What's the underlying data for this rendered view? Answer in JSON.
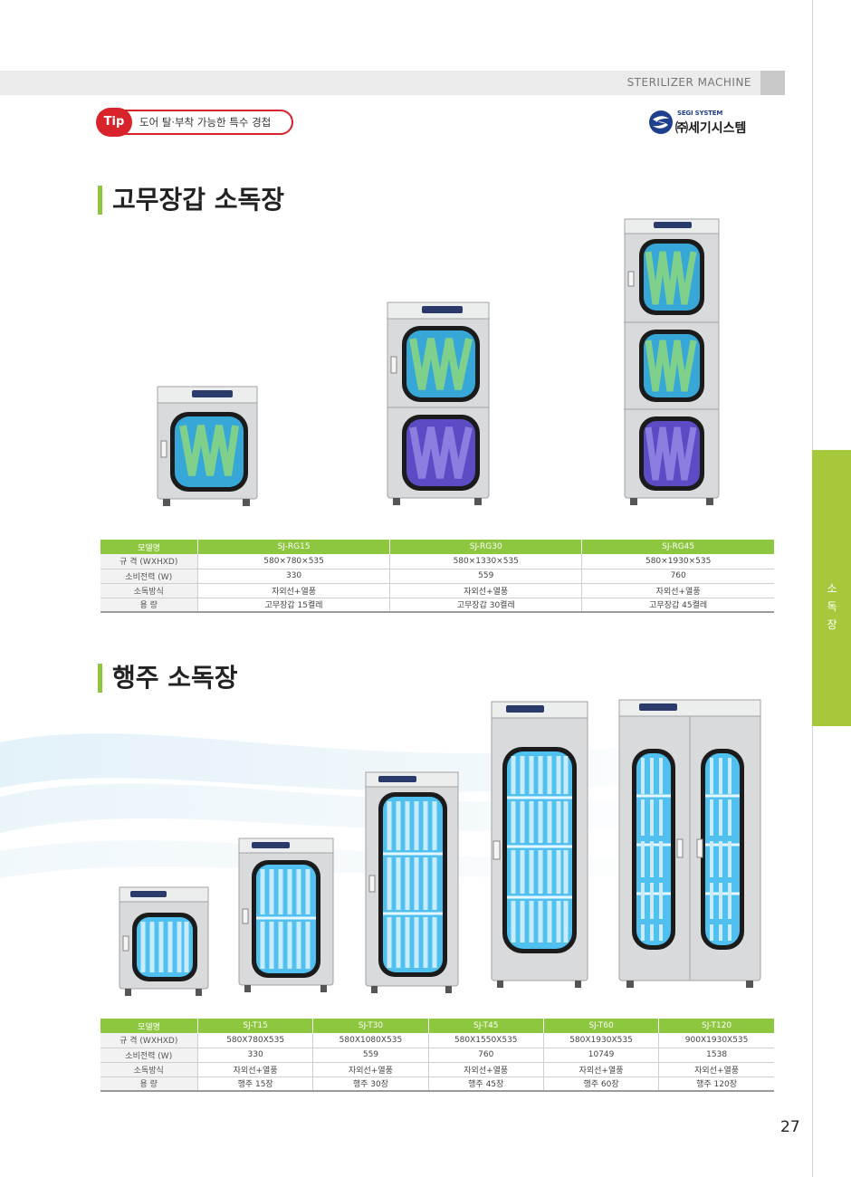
{
  "header": {
    "title": "STERILIZER MACHINE"
  },
  "tip": {
    "badge": "Tip",
    "text": "도어 탈·부착 가능한 특수 경첩"
  },
  "logo": {
    "sub": "SEGI SYSTEM",
    "main": "㈜세기시스템"
  },
  "side_tab": {
    "chars": [
      "소",
      "독",
      "장"
    ]
  },
  "section1": {
    "title": "고무장갑 소독장",
    "table": {
      "header_label": "모델명",
      "models": [
        "SJ-RG15",
        "SJ-RG30",
        "SJ-RG45"
      ],
      "rows": [
        {
          "label": "규 격 (WXHXD)",
          "values": [
            "580×780×535",
            "580×1330×535",
            "580×1930×535"
          ]
        },
        {
          "label": "소비전력 (W)",
          "values": [
            "330",
            "559",
            "760"
          ]
        },
        {
          "label": "소독방식",
          "values": [
            "자외선+열풍",
            "자외선+열풍",
            "자외선+열풍"
          ]
        },
        {
          "label": "용 량",
          "values": [
            "고무장갑 15켤레",
            "고무장갑 30켤레",
            "고무장갑 45켤레"
          ]
        }
      ]
    }
  },
  "section2": {
    "title": "행주 소독장",
    "table": {
      "header_label": "모델명",
      "models": [
        "SJ-T15",
        "SJ-T30",
        "SJ-T45",
        "SJ-T60",
        "SJ-T120"
      ],
      "rows": [
        {
          "label": "규 격 (WXHXD)",
          "values": [
            "580X780X535",
            "580X1080X535",
            "580X1550X535",
            "580X1930X535",
            "900X1930X535"
          ]
        },
        {
          "label": "소비전력 (W)",
          "values": [
            "330",
            "559",
            "760",
            "10749",
            "1538"
          ]
        },
        {
          "label": "소독방식",
          "values": [
            "자외선+열풍",
            "자외선+열풍",
            "자외선+열풍",
            "자외선+열풍",
            "자외선+열풍"
          ]
        },
        {
          "label": "용 량",
          "values": [
            "행주 15장",
            "행주 30장",
            "행주 45장",
            "행주 60장",
            "행주 120장"
          ]
        }
      ]
    }
  },
  "page_number": "27",
  "colors": {
    "accent_green": "#8dc63f",
    "tip_red": "#d8232a",
    "logo_blue": "#1e3f8c",
    "uv_blue": "#2fa8e6"
  }
}
